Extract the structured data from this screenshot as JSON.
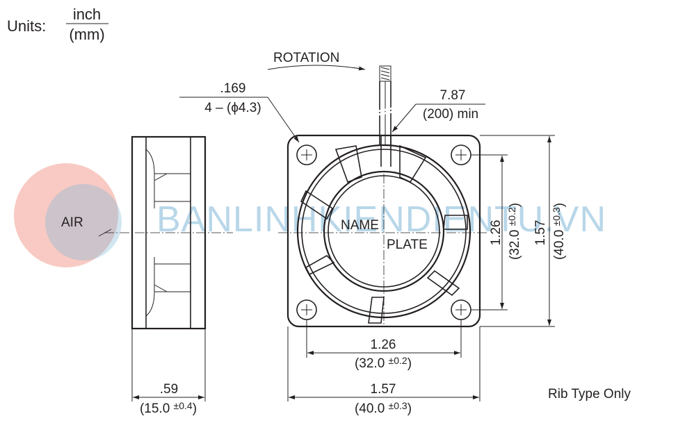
{
  "units": {
    "label": "Units:",
    "numerator": "inch",
    "denominator": "(mm)"
  },
  "rotation_label": "ROTATION",
  "hole_callout": {
    "inch": ".169",
    "mm": "4 – (ϕ4.3)"
  },
  "lead_wire": {
    "inch": "7.87",
    "mm": "(200) min"
  },
  "air_label": "AIR",
  "nameplate": {
    "line1": "NAME",
    "line2": "PLATE"
  },
  "dimensions": {
    "hole_pitch_h": {
      "inch": "1.26",
      "mm": "(32.0 ",
      "tol": "±0.2",
      "close": ")"
    },
    "width": {
      "inch": "1.57",
      "mm": "(40.0 ",
      "tol": "±0.3",
      "close": ")"
    },
    "depth": {
      "inch": ".59",
      "mm": "(15.0 ",
      "tol": "±0.4",
      "close": ")"
    },
    "hole_pitch_v": {
      "inch": "1.26",
      "mm": "(32.0 ",
      "tol": "±0.2",
      "close": ")"
    },
    "height": {
      "inch": "1.57",
      "mm": "(40.0 ",
      "tol": "±0.3",
      "close": ")"
    }
  },
  "note": "Rib Type Only",
  "watermark": "BANLINHKIENDIENTU.VN"
}
